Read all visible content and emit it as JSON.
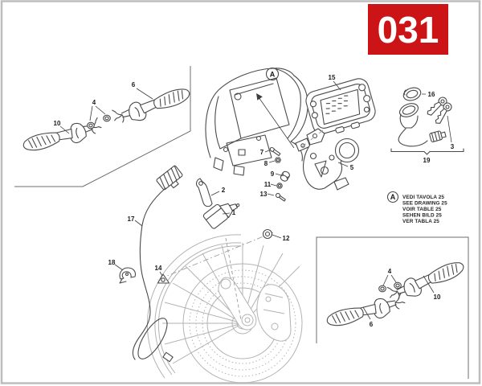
{
  "page": {
    "plate_number": "031",
    "colors": {
      "plate_red": "#cc1417",
      "line_dark": "#4a4a4a",
      "line_light": "#b3b3b3",
      "frame_gray": "#bdbdbd"
    }
  },
  "reference_note": {
    "marker": "A",
    "lines": [
      "VEDI TAVOLA 25",
      "SEE DRAWING 25",
      "VOIR TABLE 25",
      "SEHEN BILD 25",
      "VER TABLA 25"
    ]
  },
  "part_labels": {
    "signal_tl_6": "6",
    "signal_tl_10": "10",
    "nuts_tl_4": "4",
    "cluster_15": "15",
    "screw_7": "7",
    "nut_8": "8",
    "grommet_9": "9",
    "nut_11": "11",
    "screw_13": "13",
    "bracket_5": "5",
    "grommet_12": "12",
    "bracket_2": "2",
    "sensor_1": "1",
    "cable_17": "17",
    "clamp_18": "18",
    "clip_14": "14",
    "ring_16": "16",
    "keys_3": "3",
    "lock_kit_19": "19",
    "nuts_br_4": "4",
    "signal_br_10": "10",
    "signal_br_6": "6"
  }
}
